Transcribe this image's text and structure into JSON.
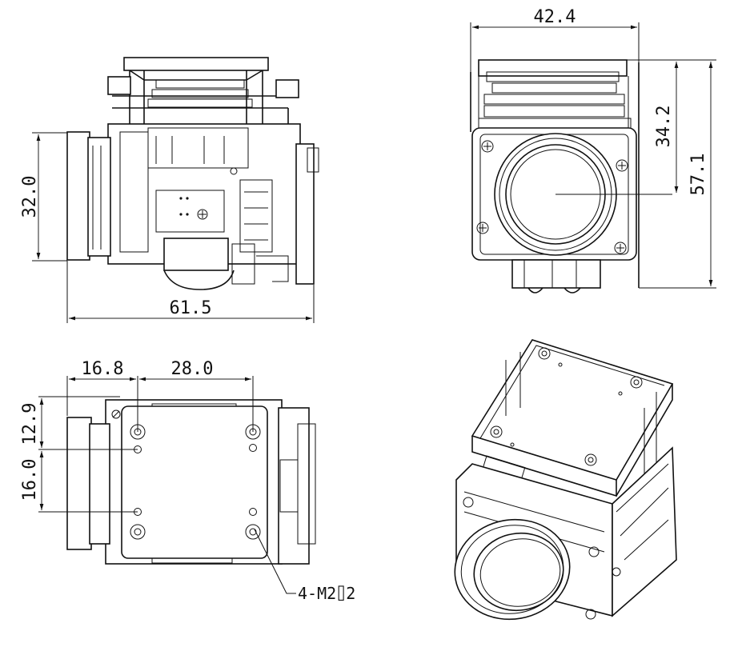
{
  "dimensions": {
    "front_height": "32.0",
    "front_width": "61.5",
    "right_width": "42.4",
    "right_lens_height": "34.2",
    "right_total_height": "57.1",
    "bottom_offset_x": "16.8",
    "bottom_spacing_x": "28.0",
    "bottom_offset_y": "12.9",
    "bottom_spacing_y": "16.0"
  },
  "notes": {
    "mount_holes": "4-M2⌷2"
  },
  "colors": {
    "line": "#111111",
    "background": "#ffffff"
  }
}
